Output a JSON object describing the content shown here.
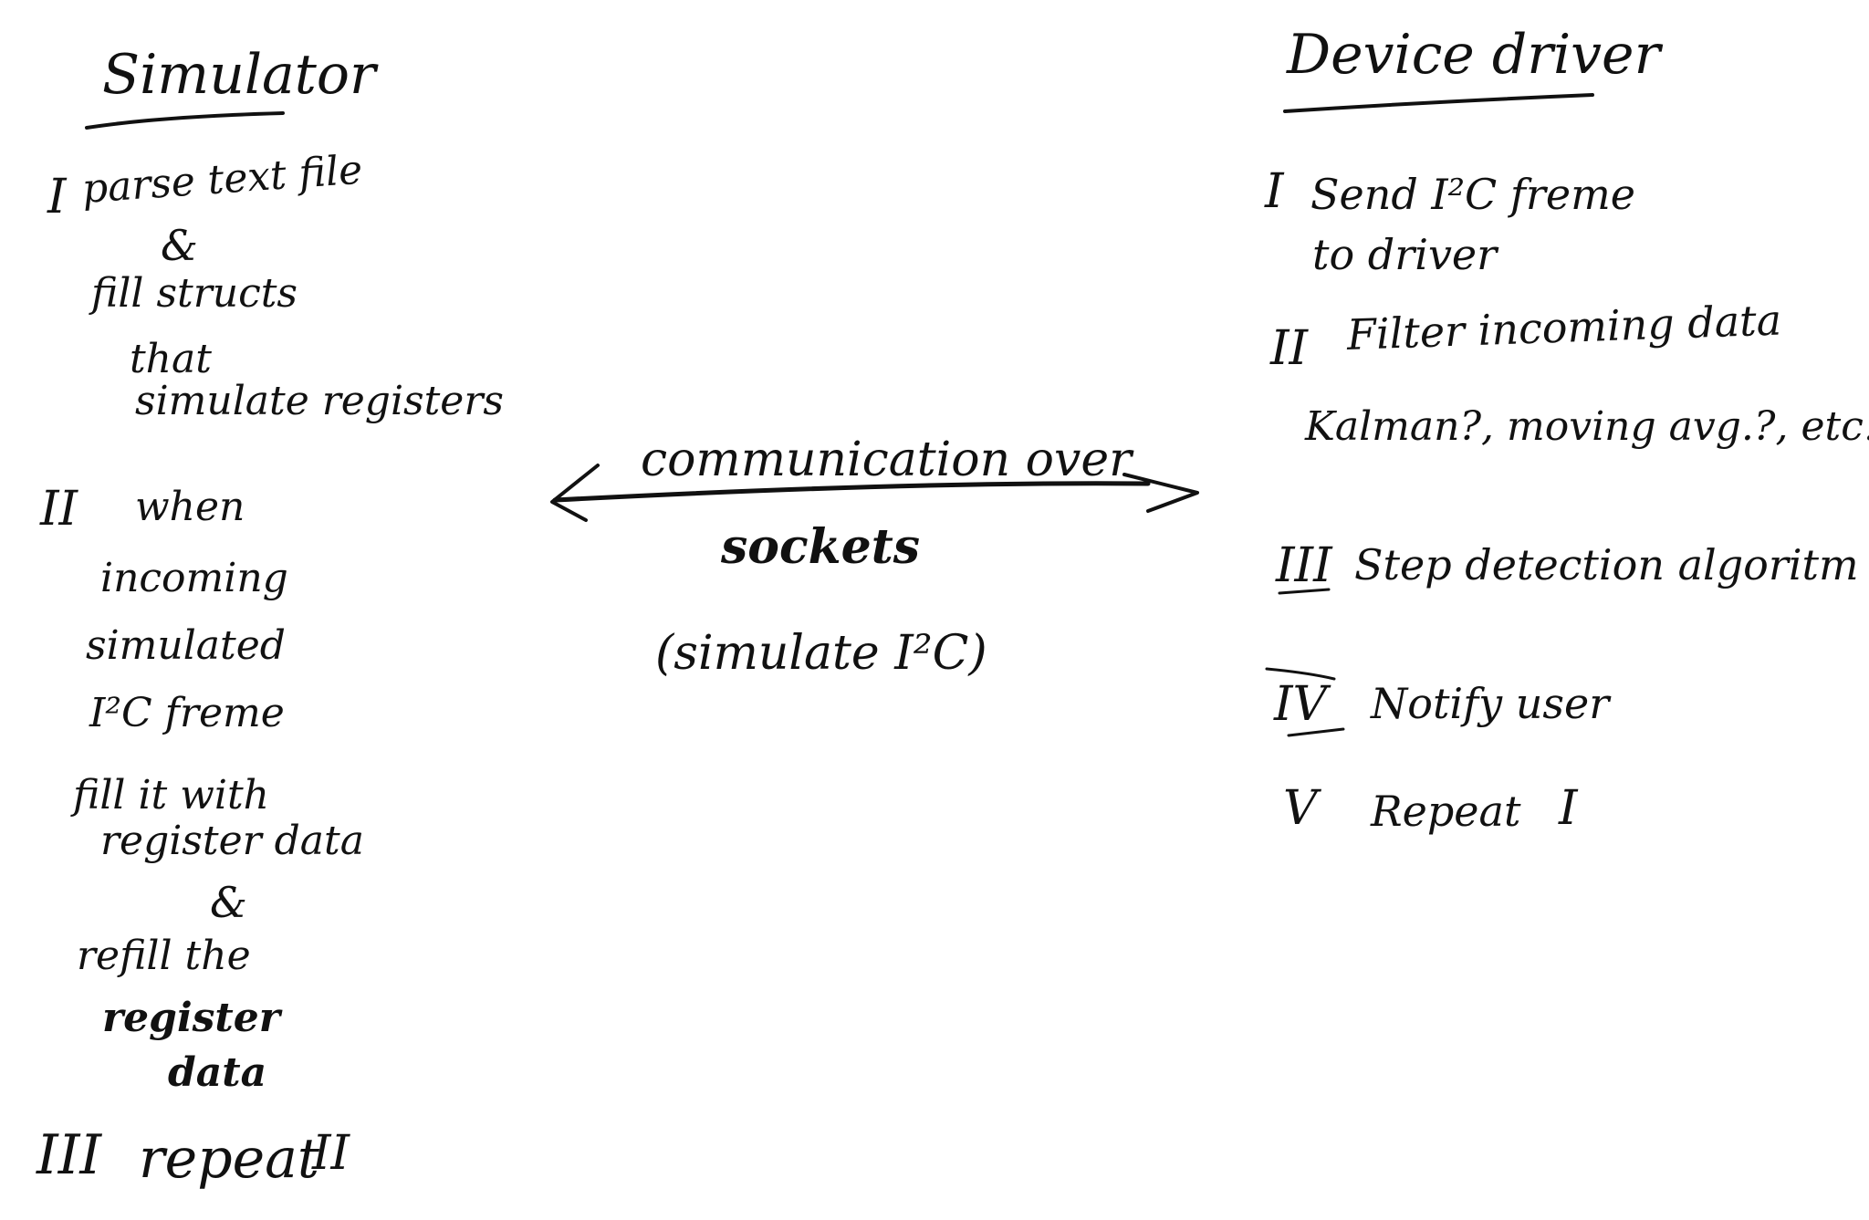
{
  "simulator": {
    "title": "Simulator",
    "step1": {
      "numeral": "I",
      "line1": "parse text file",
      "amp": "&",
      "line2": "fill structs",
      "line3": "that",
      "line4": "simulate registers"
    },
    "step2": {
      "numeral": "II",
      "line1": "when",
      "line2": "incoming",
      "line3": "simulated",
      "line4": "I²C freme",
      "line5": "fill it with",
      "line6": "register data",
      "amp": "&",
      "line7": "refill the",
      "line8": "register",
      "line9": "data"
    },
    "step3": {
      "numeral": "III",
      "text": "repeat",
      "ref": "II"
    }
  },
  "connection": {
    "label_top": "communication over",
    "label_mid": "sockets",
    "label_bottom": "(simulate I²C)"
  },
  "driver": {
    "title": "Device driver",
    "step1": {
      "numeral": "I",
      "line1": "Send I²C freme",
      "line2": "to driver"
    },
    "step2": {
      "numeral": "II",
      "line1": "Filter incoming data",
      "line2": "Kalman?, moving avg.?, etc."
    },
    "step3": {
      "numeral": "III",
      "text": "Step detection algoritm"
    },
    "step4": {
      "numeral": "IV",
      "text": "Notify user"
    },
    "step5": {
      "numeral": "V",
      "text": "Repeat",
      "ref": "I"
    }
  }
}
